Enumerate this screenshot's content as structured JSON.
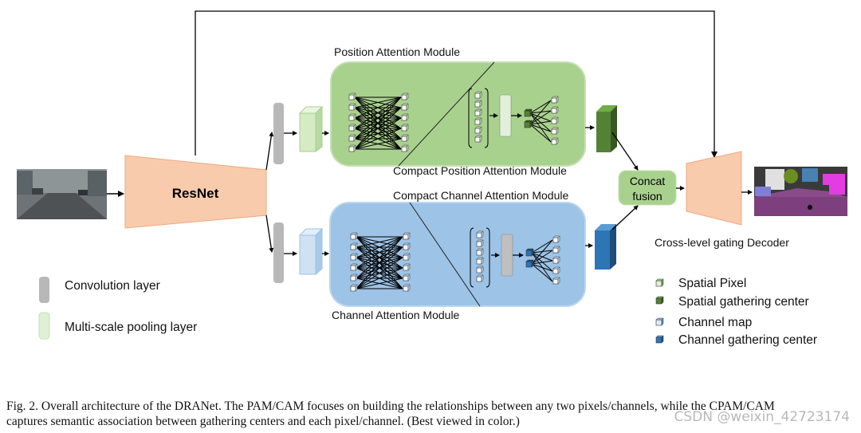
{
  "figure": {
    "resnet_label": "ResNet",
    "pam_title": "Position Attention Module",
    "cpam_title": "Compact Position Attention Module",
    "ccam_title": "Compact Channel Attention Module",
    "cam_title": "Channel Attention Module",
    "concat_line1": "Concat",
    "concat_line2": "fusion",
    "decoder_label": "Cross-level gating Decoder"
  },
  "legend_left": [
    {
      "label": "Convolution layer",
      "swatch_color": "#b8b8b8"
    },
    {
      "label": "Multi-scale pooling layer",
      "swatch_color": "#dff0d4"
    }
  ],
  "legend_right": [
    {
      "label": "Spatial Pixel",
      "icon": "green-outline-cube-icon"
    },
    {
      "label": "Spatial gathering center",
      "icon": "green-filled-cube-icon"
    },
    {
      "label": "Channel map",
      "icon": "blue-outline-cube-icon"
    },
    {
      "label": "Channel gathering center",
      "icon": "blue-filled-cube-icon"
    }
  ],
  "caption": {
    "line1": "Fig. 2.   Overall architecture of the DRANet. The PAM/CAM focuses on building the relationships between any two pixels/channels, while the CPAM/CAM",
    "line2": "captures semantic association between gathering centers and each pixel/channel. (Best viewed in color.)"
  },
  "watermark": "CSDN @weixin_42723174",
  "colors": {
    "pam_fill": "#a9d18e",
    "cam_fill": "#9dc3e6",
    "resnet_fill": "#f8cbad",
    "conv_gray": "#b8b8b8",
    "green_dark": "#548235",
    "blue_dark": "#2e75b6"
  }
}
